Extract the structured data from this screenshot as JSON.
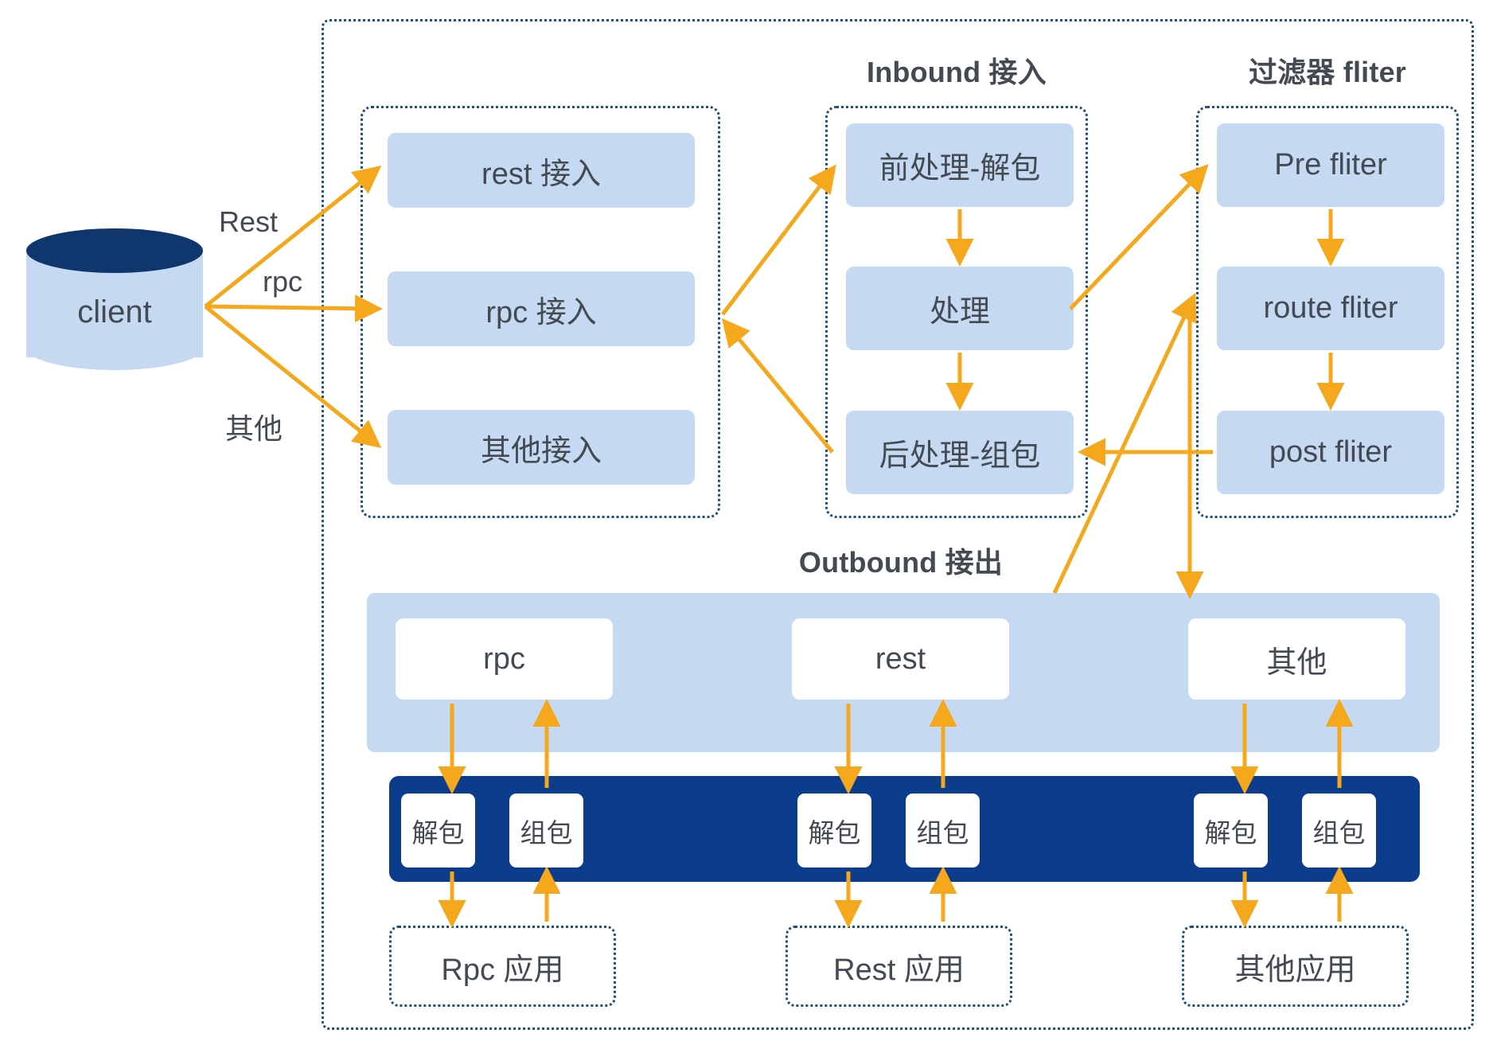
{
  "colors": {
    "accent_arrow": "#F5A81C",
    "node_fill": "#C5DAF2",
    "navy_bar": "#0C3D8C",
    "cylinder_top": "#10366E",
    "dotted_border": "#1F4E79",
    "text": "#434A52",
    "background": "#FFFFFF"
  },
  "client": {
    "label": "client"
  },
  "edge_labels": {
    "rest": "Rest",
    "rpc": "rpc",
    "other": "其他"
  },
  "access_group": {
    "items": [
      {
        "label": "rest 接入"
      },
      {
        "label": "rpc 接入"
      },
      {
        "label": "其他接入"
      }
    ]
  },
  "inbound_group": {
    "title": "Inbound 接入",
    "items": [
      {
        "label": "前处理-解包"
      },
      {
        "label": "处理"
      },
      {
        "label": "后处理-组包"
      }
    ]
  },
  "filter_group": {
    "title": "过滤器 fliter",
    "items": [
      {
        "label": "Pre fliter"
      },
      {
        "label": "route fliter"
      },
      {
        "label": "post fliter"
      }
    ]
  },
  "outbound_group": {
    "title": "Outbound 接出",
    "protocols": [
      {
        "label": "rpc"
      },
      {
        "label": "rest"
      },
      {
        "label": "其他"
      }
    ],
    "codec_chips": [
      {
        "decode": "解包",
        "encode": "组包"
      },
      {
        "decode": "解包",
        "encode": "组包"
      },
      {
        "decode": "解包",
        "encode": "组包"
      }
    ]
  },
  "applications": [
    {
      "label": "Rpc 应用"
    },
    {
      "label": "Rest 应用"
    },
    {
      "label": "其他应用"
    }
  ]
}
